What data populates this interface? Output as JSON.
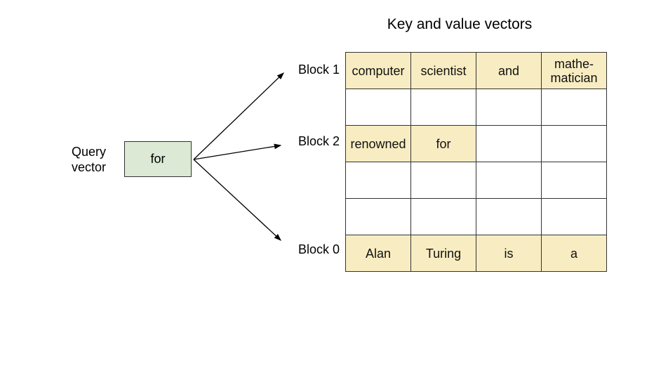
{
  "title": "Key and value vectors",
  "query": {
    "label": "Query\nvector",
    "token": "for"
  },
  "table": {
    "rows": [
      {
        "label": "Block 1",
        "cells": [
          "computer",
          "scientist",
          "and",
          "mathe-\nmatician"
        ],
        "highlighted": [
          true,
          true,
          true,
          true
        ]
      },
      {
        "label": "",
        "cells": [
          "",
          "",
          "",
          ""
        ],
        "highlighted": [
          false,
          false,
          false,
          false
        ]
      },
      {
        "label": "Block 2",
        "cells": [
          "renowned",
          "for",
          "",
          ""
        ],
        "highlighted": [
          true,
          true,
          false,
          false
        ]
      },
      {
        "label": "",
        "cells": [
          "",
          "",
          "",
          ""
        ],
        "highlighted": [
          false,
          false,
          false,
          false
        ]
      },
      {
        "label": "",
        "cells": [
          "",
          "",
          "",
          ""
        ],
        "highlighted": [
          false,
          false,
          false,
          false
        ]
      },
      {
        "label": "Block 0",
        "cells": [
          "Alan",
          "Turing",
          "is",
          "a"
        ],
        "highlighted": [
          true,
          true,
          true,
          true
        ]
      }
    ]
  },
  "colors": {
    "highlight": "#f8edc2",
    "query-box": "#dce9d5",
    "border": "#333333",
    "arrow": "#000000"
  }
}
